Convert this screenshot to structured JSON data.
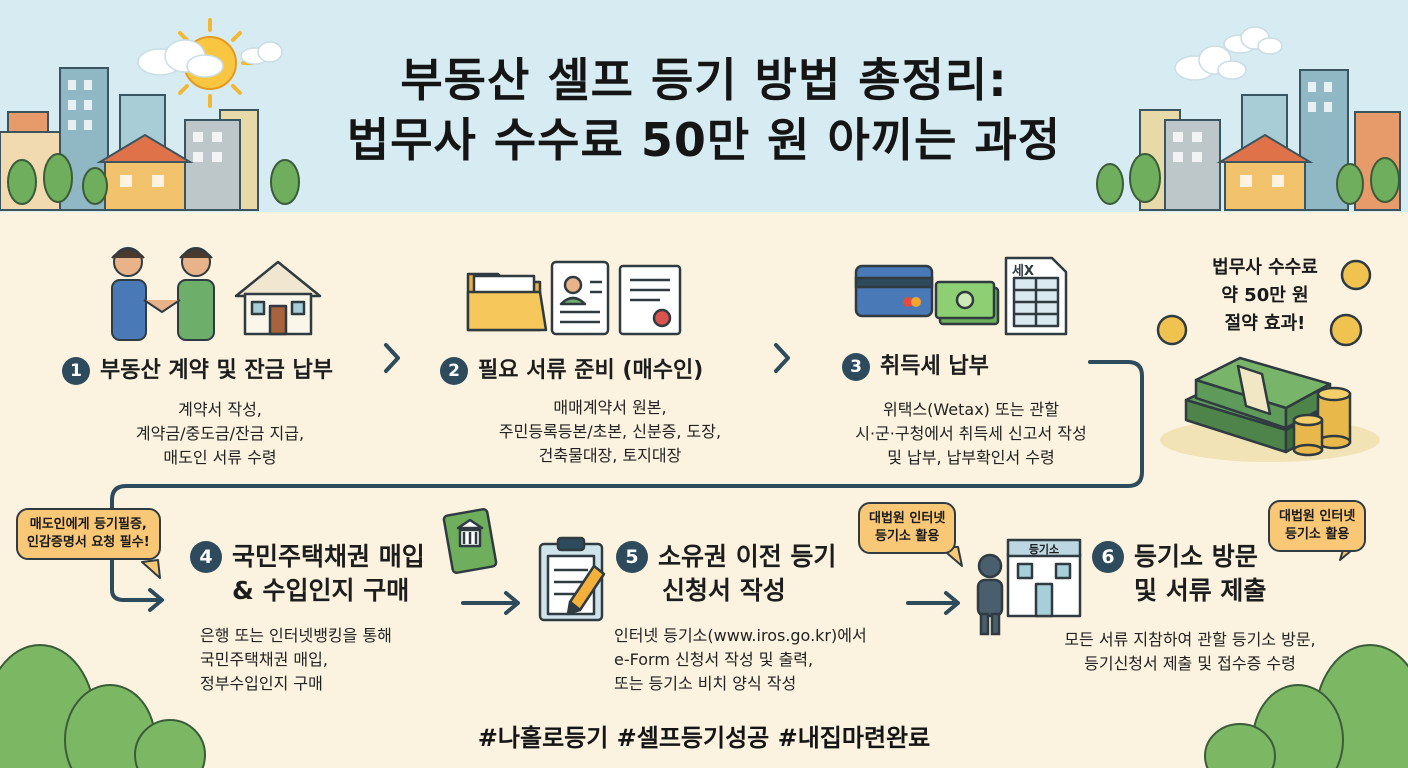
{
  "header": {
    "title_line1": "부동산 셀프 등기 방법 총정리:",
    "title_line2": "법무사 수수료 50만 원 아끼는 과정"
  },
  "steps": [
    {
      "number": "1",
      "title": "부동산 계약 및 잔금 납부",
      "description": [
        "계약서 작성,",
        "계약금/중도금/잔금 지급,",
        "매도인 서류 수령"
      ]
    },
    {
      "number": "2",
      "title": "필요 서류 준비 (매수인)",
      "description": [
        "매매계약서 원본,",
        "주민등록등본/초본, 신분증, 도장,",
        "건축물대장, 토지대장"
      ]
    },
    {
      "number": "3",
      "title": "취득세 납부",
      "description": [
        "위택스(Wetax) 또는 관할",
        "시·군·구청에서 취득세 신고서 작성",
        "및 납부, 납부확인서 수령"
      ]
    },
    {
      "number": "4",
      "title_lines": [
        "국민주택채권 매입",
        "& 수입인지 구매"
      ],
      "description": [
        "은행 또는 인터넷뱅킹을 통해",
        "국민주택채권 매입,",
        "정부수입인지 구매"
      ]
    },
    {
      "number": "5",
      "title_lines": [
        "소유권 이전 등기",
        "신청서 작성"
      ],
      "description": [
        "인터넷 등기소(www.iros.go.kr)에서",
        "e-Form 신청서 작성 및 출력,",
        "또는 등기소 비치 양식 작성"
      ]
    },
    {
      "number": "6",
      "title_lines": [
        "등기소 방문",
        "및 서류 제출"
      ],
      "description": [
        "모든 서류 지참하여 관할 등기소 방문,",
        "등기신청서 제출 및 접수증 수령"
      ]
    }
  ],
  "callouts": {
    "seller_note": [
      "매도인에게 등기필증,",
      "인감증명서 요청 필수!"
    ],
    "iros_note_1": [
      "대법원 인터넷",
      "등기소 활용"
    ],
    "iros_note_2": [
      "대법원 인터넷",
      "등기소 활용"
    ]
  },
  "savings": [
    "법무사 수수료",
    "약 50만 원",
    "절약 효과!"
  ],
  "icon_labels": {
    "tax_doc": "세X",
    "registry_office": "등기소"
  },
  "hashtags": "#나홀로등기 #셀프등기성공 #내집마련완료",
  "colors": {
    "navy": "#2d4b5c",
    "cream": "#fbf3df",
    "sky": "#d6ecf2",
    "bubble": "#f9c877",
    "money": "#5e9a5a",
    "coin": "#e8b84a"
  }
}
